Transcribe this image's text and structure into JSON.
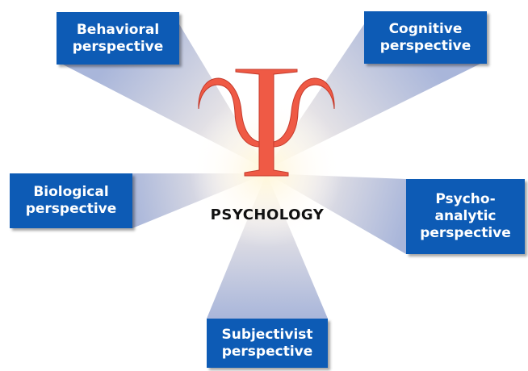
{
  "diagram": {
    "center_label": "PSYCHOLOGY",
    "symbol": "psi-symbol",
    "colors": {
      "box": "#0d5bb5",
      "box_text": "#ffffff",
      "psi": "#ef5a45",
      "beam": "#aeb9d9",
      "glow": "#fff4cf"
    },
    "perspectives": {
      "behavioral": {
        "line1": "Behavioral",
        "line2": "perspective"
      },
      "cognitive": {
        "line1": "Cognitive",
        "line2": "perspective"
      },
      "biological": {
        "line1": "Biological",
        "line2": "perspective"
      },
      "psychoanalytic": {
        "line1": "Psycho-",
        "line2": "analytic",
        "line3": "perspective"
      },
      "subjectivist": {
        "line1": "Subjectivist",
        "line2": "perspective"
      }
    }
  }
}
